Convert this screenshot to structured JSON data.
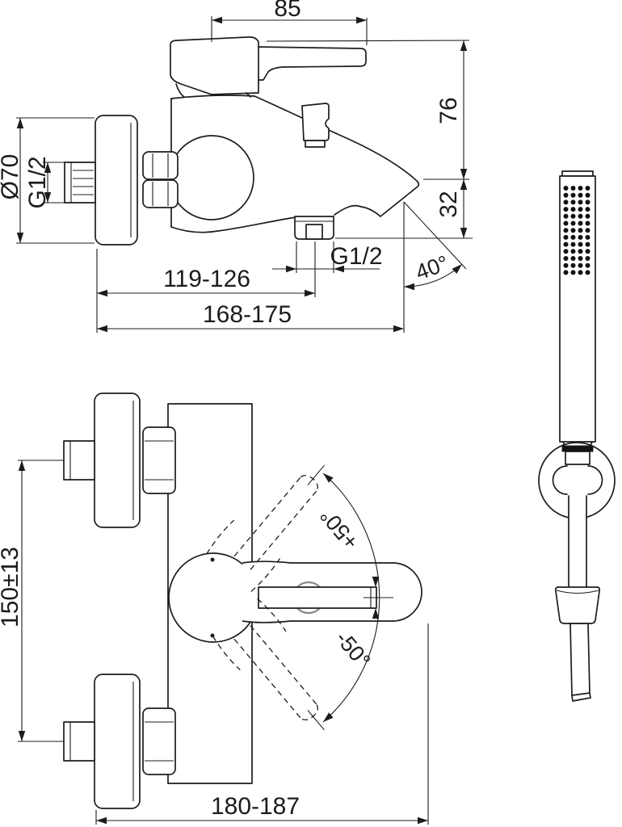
{
  "drawing": {
    "side_view": {
      "dim_handle_width": "85",
      "dim_body_height": "76",
      "dim_spout_drop": "32",
      "dim_escutcheon_diameter": "Ø70",
      "thread_inlet": "G1/2",
      "thread_shower_outlet": "G1/2",
      "dim_spout_center": "119-126",
      "dim_overall_depth": "168-175",
      "angle_spout": "40°"
    },
    "plan_view": {
      "dim_inlet_spacing": "150±13",
      "dim_overall_width": "180-187",
      "angle_handle_up": "+50°",
      "angle_handle_down": "-50°"
    },
    "colors": {
      "line": "#1c1c1c",
      "background": "#ffffff"
    }
  }
}
